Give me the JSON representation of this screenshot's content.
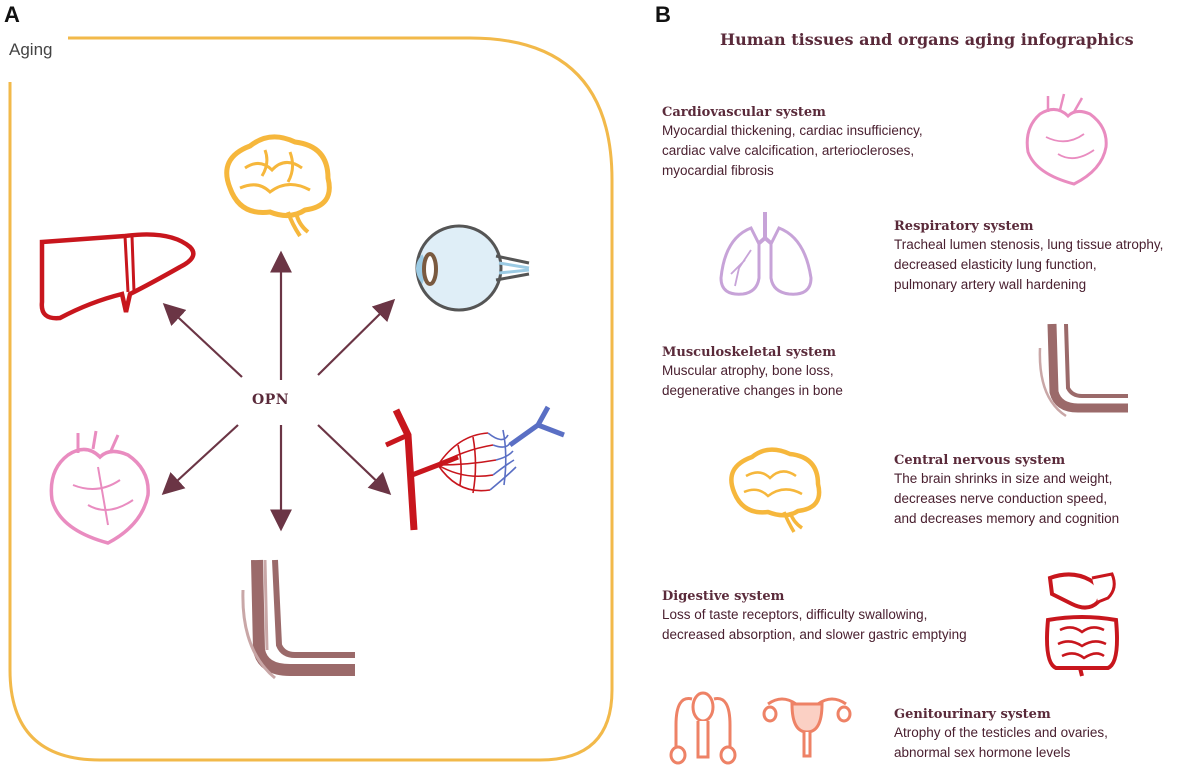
{
  "panel_a": {
    "letter": "A",
    "aging_label": "Aging",
    "center_label": "OPN",
    "targets": [
      "brain",
      "eye",
      "blood-vessels",
      "muscle-bone",
      "heart",
      "liver"
    ]
  },
  "panel_b": {
    "letter": "B",
    "title": "Human tissues and organs aging  infographics",
    "systems": [
      {
        "title": "Cardiovascular system",
        "lines": [
          "Myocardial thickening, cardiac insufficiency,",
          "cardiac valve calcification, arteriocleroses,",
          "myocardial fibrosis"
        ]
      },
      {
        "title": "Respiratory system",
        "lines": [
          "Tracheal lumen stenosis, lung tissue atrophy,",
          "decreased elasticity lung function,",
          "pulmonary artery wall hardening"
        ]
      },
      {
        "title": "Musculoskeletal system",
        "lines": [
          "Muscular atrophy, bone loss,",
          "degenerative changes in bone"
        ]
      },
      {
        "title": "Central nervous system",
        "lines": [
          "The brain shrinks in size and weight,",
          "decreases nerve conduction speed,",
          "and decreases memory and cognition"
        ]
      },
      {
        "title": "Digestive system",
        "lines": [
          "Loss of taste receptors, difficulty swallowing,",
          "decreased absorption, and slower gastric emptying"
        ]
      },
      {
        "title": "Genitourinary system",
        "lines": [
          "Atrophy of the testicles and ovaries,",
          "abnormal sex hormone levels"
        ]
      }
    ]
  },
  "colors": {
    "frame": "#f2b94a",
    "arrow": "#6b3545",
    "title_text": "#5a2a3a",
    "liver": "#c8161d",
    "brain": "#f6b73c",
    "heart": "#e98cc0",
    "lungs": "#c7a3d8",
    "muscle": "#9b6a6a",
    "eye": "#9ccbe4"
  }
}
